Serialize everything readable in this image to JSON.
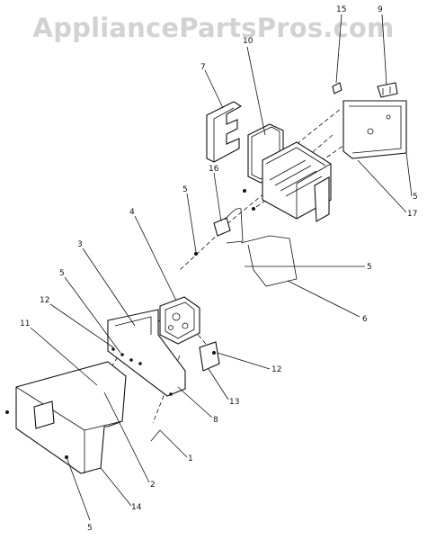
{
  "watermark": "AppliancePartsPros.com",
  "callouts": {
    "c1": "1",
    "c2": "2",
    "c3": "3",
    "c4": "4",
    "c5a": "5",
    "c5b": "5",
    "c5c": "5",
    "c5d": "5",
    "c6": "6",
    "c7": "7",
    "c8": "8",
    "c9": "9",
    "c10": "10",
    "c11": "11",
    "c12a": "12",
    "c12b": "12",
    "c13": "13",
    "c14": "14",
    "c15": "15",
    "c16": "16",
    "c17": "17",
    "c5e": "5"
  }
}
